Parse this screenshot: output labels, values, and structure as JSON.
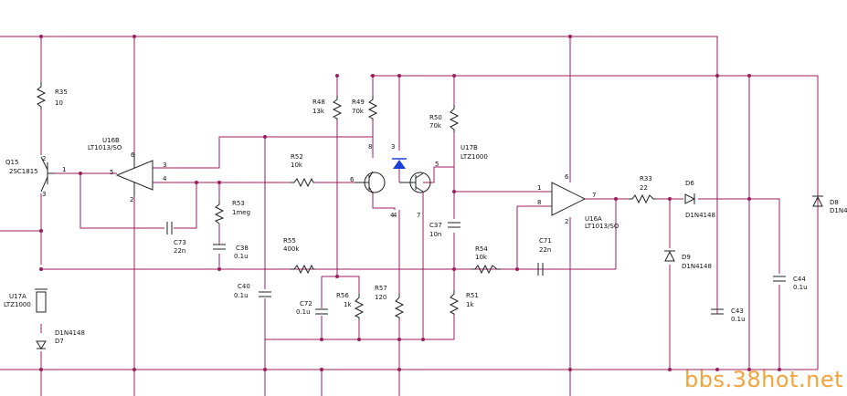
{
  "components": {
    "R35": {
      "ref": "R35",
      "value": "10"
    },
    "Q15": {
      "ref": "Q15",
      "value": "2SC1815"
    },
    "U16B": {
      "ref": "U16B",
      "value": "LT1013/SO"
    },
    "C73": {
      "ref": "C73",
      "value": "22n"
    },
    "R53": {
      "ref": "R53",
      "value": "1meg"
    },
    "C38": {
      "ref": "C38",
      "value": "0.1u"
    },
    "R52": {
      "ref": "R52",
      "value": "10k"
    },
    "R55": {
      "ref": "R55",
      "value": "400k"
    },
    "C40": {
      "ref": "C40",
      "value": "0.1u"
    },
    "C72": {
      "ref": "C72",
      "value": "0.1u"
    },
    "R56": {
      "ref": "R56",
      "value": "1k"
    },
    "R57": {
      "ref": "R57",
      "value": "120"
    },
    "R48": {
      "ref": "R48",
      "value": "13k"
    },
    "R49": {
      "ref": "R49",
      "value": "70k"
    },
    "R50": {
      "ref": "R50",
      "value": "70k"
    },
    "U17B": {
      "ref": "U17B",
      "value": "LTZ1000"
    },
    "C37": {
      "ref": "C37",
      "value": "10n"
    },
    "R51": {
      "ref": "R51",
      "value": "1k"
    },
    "R54": {
      "ref": "R54",
      "value": "10k"
    },
    "C71": {
      "ref": "C71",
      "value": "22n"
    },
    "U16A": {
      "ref": "U16A",
      "value": "LT1013/SO"
    },
    "R33": {
      "ref": "R33",
      "value": "22"
    },
    "D6": {
      "ref": "D6",
      "value": "D1N4148"
    },
    "D9": {
      "ref": "D9",
      "value": "D1N4148"
    },
    "C43": {
      "ref": "C43",
      "value": "0.1u"
    },
    "C44": {
      "ref": "C44",
      "value": "0.1u"
    },
    "D8": {
      "ref": "D8",
      "value": "D1N4"
    },
    "U17A": {
      "ref": "U17A",
      "value": "LTZ1000"
    },
    "D7": {
      "ref": "D7",
      "value": "D1N4148"
    }
  },
  "pins": [
    "2",
    "1",
    "3",
    "5",
    "6",
    "4",
    "2",
    "3",
    "4",
    "6",
    "8",
    "3",
    "5",
    "4",
    "7",
    "1",
    "8",
    "7",
    "6",
    "2"
  ],
  "watermark": "bbs.38hot.net",
  "colors": {
    "wire": "#9b1c5f",
    "component": "#222222",
    "zener": "#1a3fd6",
    "watermark": "#f2a33a"
  }
}
